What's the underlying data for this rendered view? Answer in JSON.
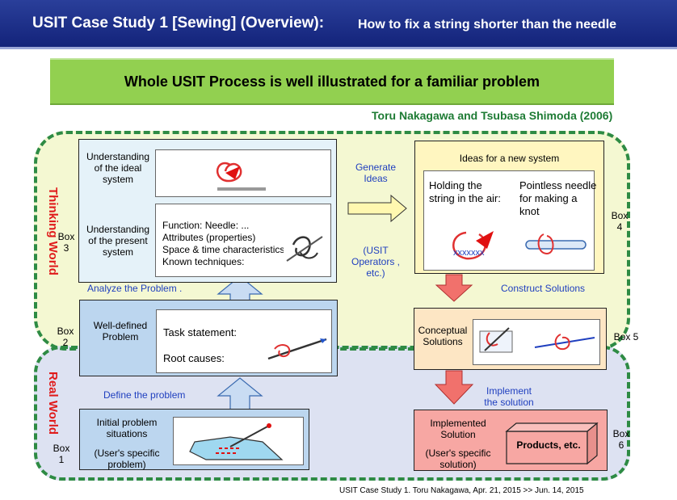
{
  "header": {
    "title": "USIT Case Study 1 [Sewing] (Overview):",
    "subtitle": "How to fix a string shorter than the needle"
  },
  "banner": {
    "text": "Whole USIT Process is well illustrated for a familiar problem"
  },
  "authors": "Toru Nakagawa and Tsubasa Shimoda (2006)",
  "worlds": {
    "thinking": "Thinking World",
    "real": "Real World"
  },
  "box3": {
    "label": "Box 3",
    "ideal_label": "Understanding of the ideal system",
    "present_label": "Understanding of the present system",
    "present_lines": [
      "Function:   Needle: ...",
      "Attributes (properties)",
      "Space & time characteristics",
      "Known techniques:"
    ]
  },
  "box2": {
    "label": "Box 2",
    "title": "Well-defined Problem",
    "lines": [
      "Task statement:",
      "Root causes:"
    ]
  },
  "box1": {
    "label": "Box 1",
    "title": "Initial problem situations",
    "note": "(User's specific problem)"
  },
  "box4": {
    "label": "Box 4",
    "title": "Ideas for a new system",
    "idea1": "Holding the string in the air:",
    "idea2": "Pointless needle for making a knot"
  },
  "box5": {
    "label": "Box 5",
    "title": "Conceptual Solutions"
  },
  "box6": {
    "label": "Box 6",
    "title": "Implemented Solution",
    "note": "(User's specific solution)",
    "product": "Products, etc."
  },
  "steps": {
    "generate": "Generate Ideas",
    "operators": "(USIT Operators , etc.)",
    "analyze": "Analyze the Problem .",
    "define": "Define the problem",
    "construct": "Construct Solutions",
    "implement": "Implement the solution"
  },
  "footer": "USIT Case Study 1.  Toru Nakagawa, Apr. 21, 2015 >> Jun. 14, 2015",
  "colors": {
    "title_bg": "#1a2c86",
    "banner_bg": "#92d050",
    "authors": "#1e7b34",
    "dash_green": "#2e8b44",
    "world_label": "#e01b1b",
    "step_text": "#1f3fbf",
    "arrow_blue": "#c9dcf3",
    "arrow_red": "#f1716c",
    "arrow_yellow": "#fff8b0"
  }
}
